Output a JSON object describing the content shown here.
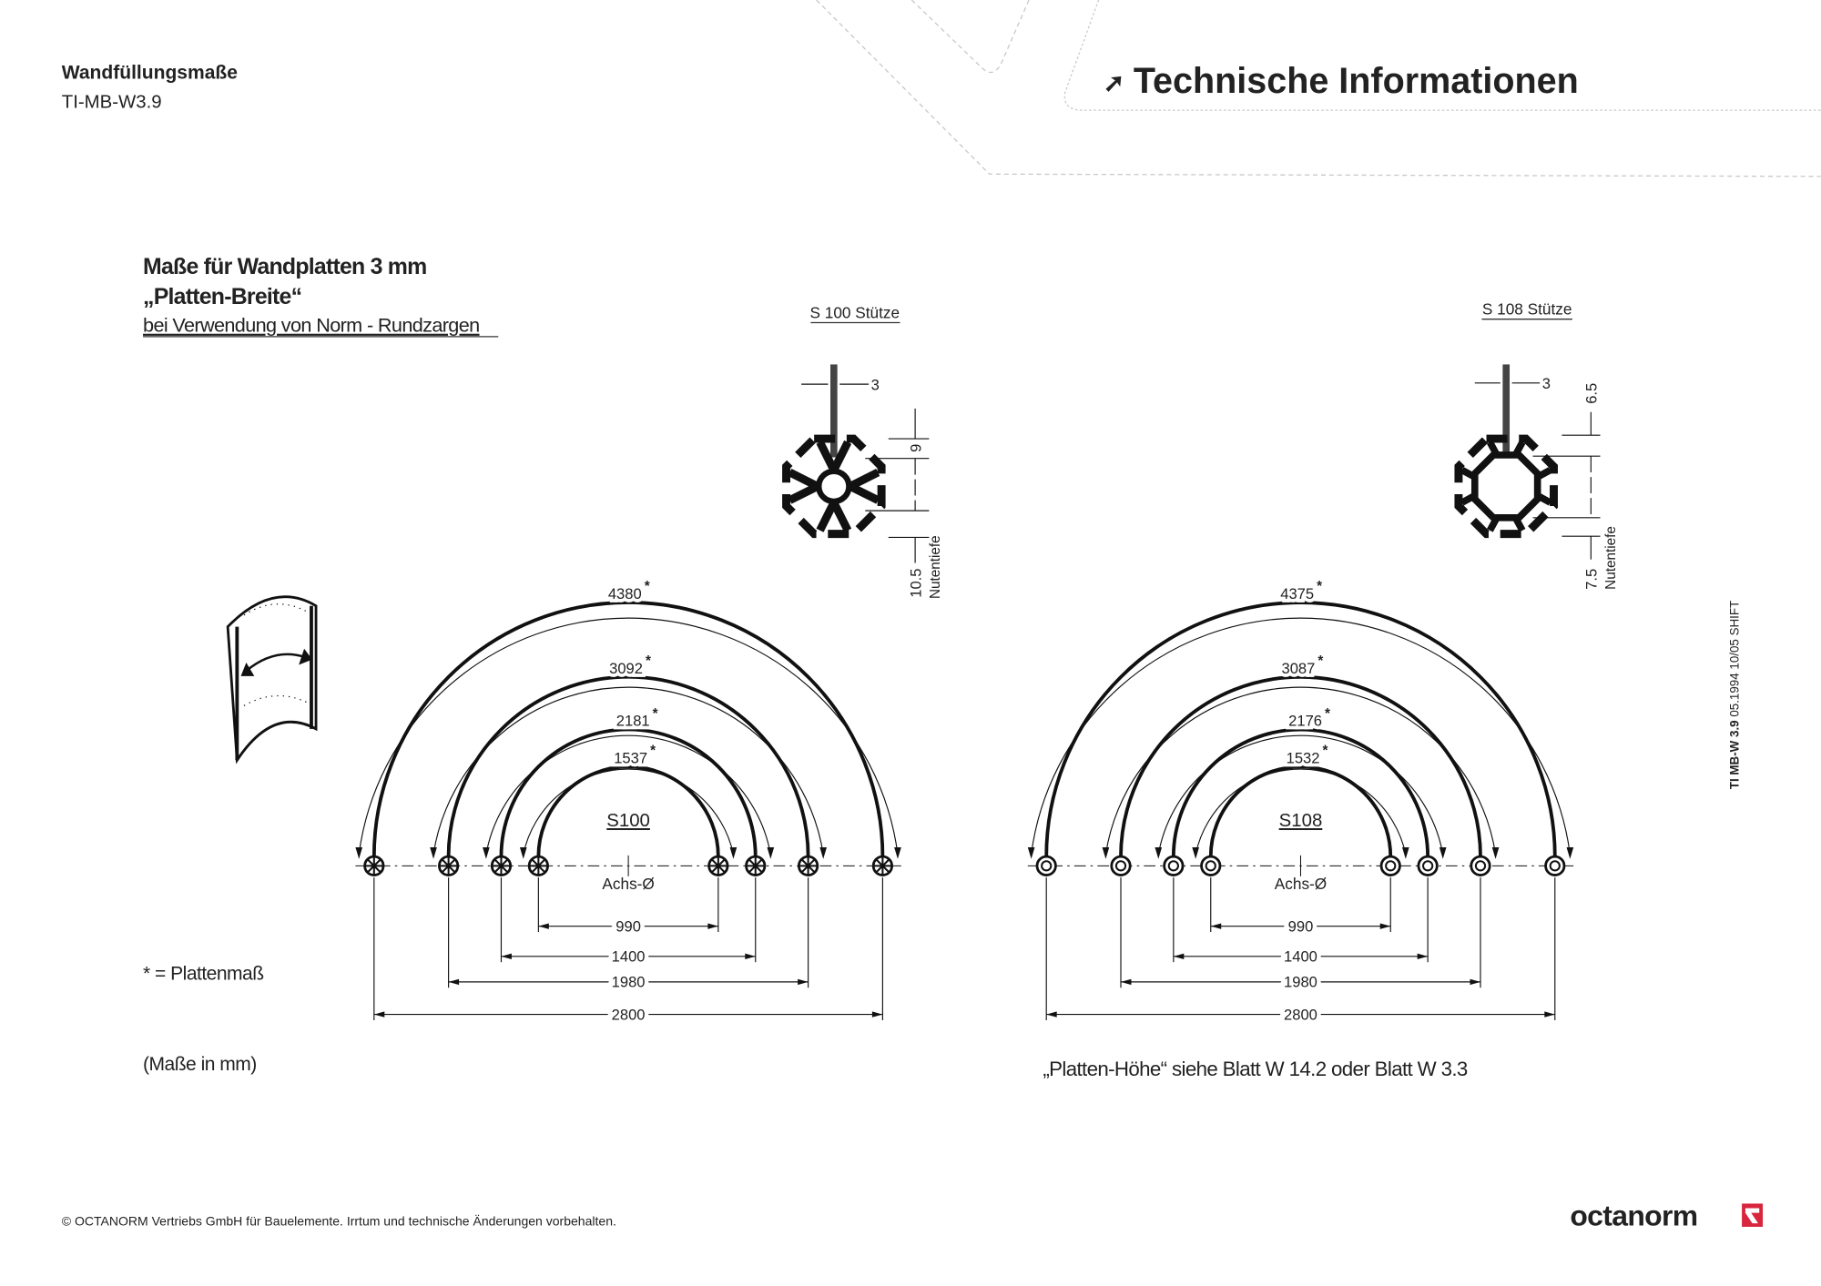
{
  "header": {
    "doc_title": "Wandfüllungsmaße",
    "doc_code": "TI-MB-W3.9",
    "section_arrow": "➚",
    "section_title": "Technische Informationen"
  },
  "heading": {
    "line1": "Maße für Wandplatten 3 mm",
    "line2": "„Platten-Breite“",
    "subtitle": "bei Verwendung von Norm - Rundzargen"
  },
  "profiles": [
    {
      "label": "S 100 Stütze",
      "panel_thickness": "3",
      "dim_top": "9",
      "dim_bottom": "10.5",
      "depth_label": "Nutentiefe"
    },
    {
      "label": "S 108 Stütze",
      "panel_thickness": "3",
      "dim_top": "6.5",
      "dim_bottom": "7.5",
      "depth_label": "Nutentiefe"
    }
  ],
  "diagrams": [
    {
      "name": "S100",
      "axis_label": "Achs-Ø",
      "panel_widths": [
        "4380",
        "3092",
        "2181",
        "1537"
      ],
      "axis_diameters": [
        "990",
        "1400",
        "1980",
        "2800"
      ]
    },
    {
      "name": "S108",
      "axis_label": "Achs-Ø",
      "panel_widths": [
        "4375",
        "3087",
        "2176",
        "1532"
      ],
      "axis_diameters": [
        "990",
        "1400",
        "1980",
        "2800"
      ]
    }
  ],
  "asterisk": "*",
  "notes": {
    "legend": "* = Plattenmaß",
    "units": "(Maße in mm)",
    "height_ref": "„Platten-Höhe“ siehe Blatt W 14.2 oder Blatt W 3.3"
  },
  "side_label": {
    "bold": "TI MB-W 3.9",
    "rest": " 05.1994 10/05 SHIFT"
  },
  "footer": {
    "copyright": "© OCTANORM Vertriebs GmbH für Bauelemente. Irrtum und technische Änderungen vorbehalten.",
    "logo": "octanorm",
    "logo_color": "#d7263d"
  }
}
